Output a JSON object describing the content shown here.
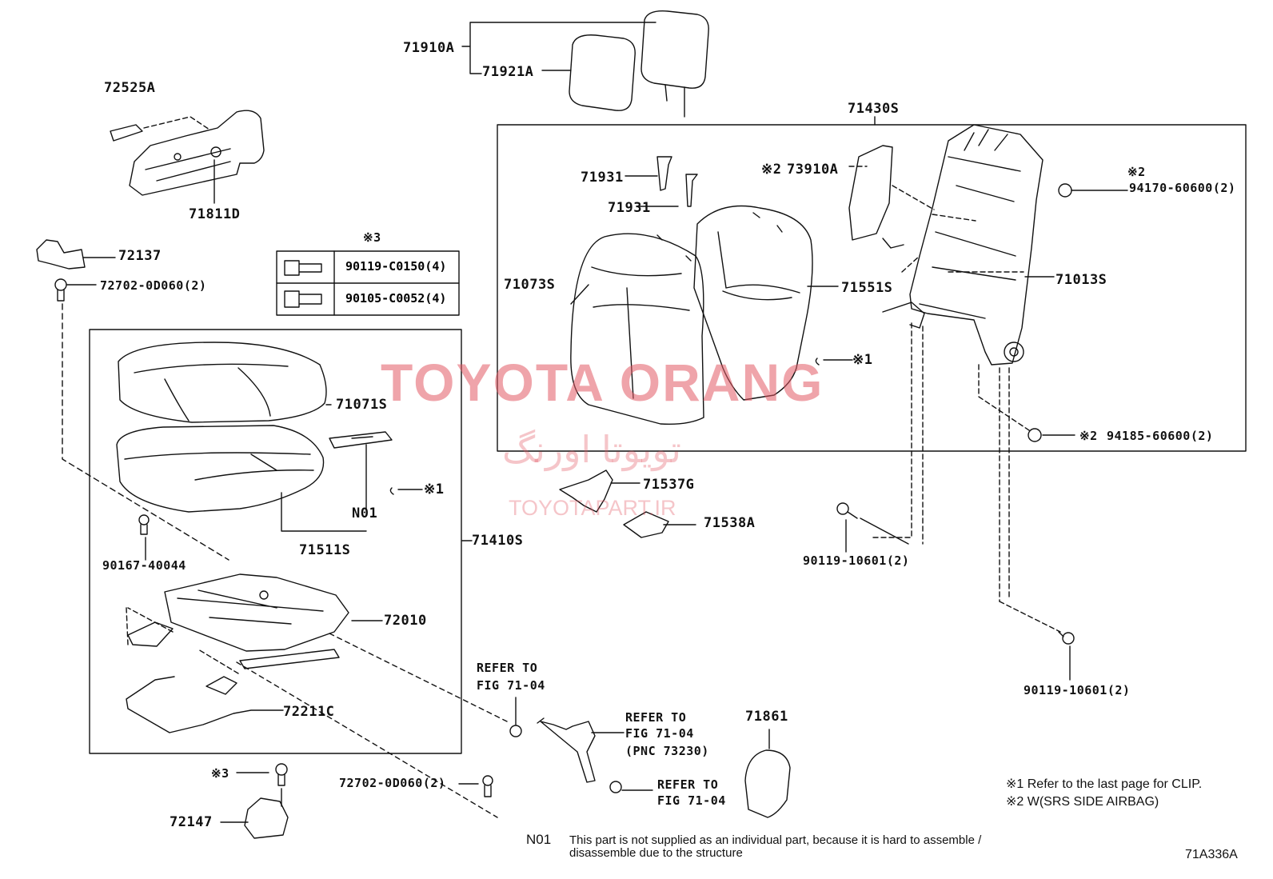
{
  "diagram_code": "71A336A",
  "watermark": {
    "brand": "TOYOTA ORANG",
    "persian": "تویوتا اورنگ",
    "site": "TOYOTAPART.IR"
  },
  "parts": {
    "p71910A": "71910A",
    "p71921A": "71921A",
    "p72525A": "72525A",
    "p71811D": "71811D",
    "p72137": "72137",
    "p72702_0D060_top": "72702-0D060(2)",
    "p71430S": "71430S",
    "p71931_a": "71931",
    "p71931_b": "71931",
    "p73910A": "73910A",
    "p94170_60600": "94170-60600(2)",
    "p71073S": "71073S",
    "p71551S": "71551S",
    "p71013S": "71013S",
    "p71071S": "71071S",
    "pN01": "N01",
    "p71511S": "71511S",
    "p71410S": "71410S",
    "p90167_40044": "90167-40044",
    "p72010": "72010",
    "p72211C": "72211C",
    "p71537G": "71537G",
    "p71538A": "71538A",
    "p94185_60600": "94185-60600(2)",
    "p90119_10601_a": "90119-10601(2)",
    "p90119_10601_b": "90119-10601(2)",
    "p71861": "71861",
    "p72147": "72147",
    "p72702_0D060_bottom": "72702-0D060(2)"
  },
  "marks": {
    "note1": "※1",
    "note2": "※2",
    "note3": "※3"
  },
  "hardware_table": {
    "header": "※3",
    "rows": [
      "90119-C0150(4)",
      "90105-C0052(4)"
    ]
  },
  "refer": {
    "r1_line1": "REFER TO",
    "r1_line2": "FIG 71-04",
    "r2_line1": "REFER TO",
    "r2_line2": "FIG 71-04",
    "r2_line3": "(PNC 73230)",
    "r3_line1": "REFER TO",
    "r3_line2": "FIG 71-04"
  },
  "legend": {
    "n1": "※1 Refer to the last page for CLIP.",
    "n2": "※2 W(SRS SIDE AIRBAG)",
    "n01_code": "N01",
    "n01_line1": "This part is not supplied as an individual part, because it is hard to assemble /",
    "n01_line2": "disassemble due to the structure"
  }
}
